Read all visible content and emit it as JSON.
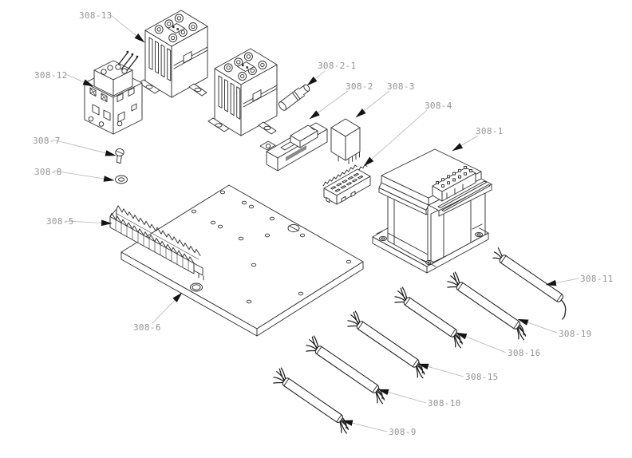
{
  "diagram": {
    "background": "#ffffff",
    "line_color": "#333333",
    "leader_color": "#b2b2b2",
    "label_color": "#949494",
    "arrow_color": "#141414"
  },
  "callouts": [
    {
      "label": "308-13"
    },
    {
      "label": "308-12"
    },
    {
      "label": "308-7"
    },
    {
      "label": "308-8"
    },
    {
      "label": "308-5"
    },
    {
      "label": "308-6"
    },
    {
      "label": "308-2-1"
    },
    {
      "label": "308-2"
    },
    {
      "label": "308-3"
    },
    {
      "label": "308-4"
    },
    {
      "label": "308-1"
    },
    {
      "label": "308-11"
    },
    {
      "label": "308-19"
    },
    {
      "label": "308-16"
    },
    {
      "label": "308-15"
    },
    {
      "label": "308-10"
    },
    {
      "label": "308-9"
    }
  ]
}
